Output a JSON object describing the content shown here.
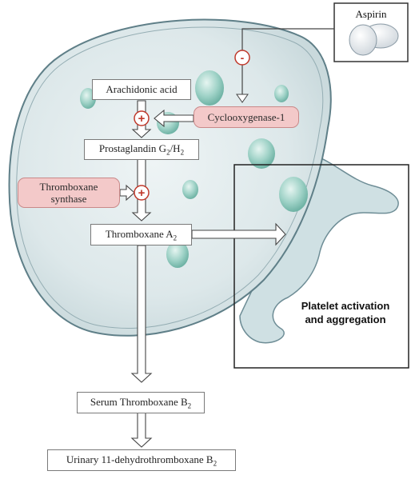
{
  "labels": {
    "aspirin": "Aspirin",
    "arachidonic_acid": "Arachidonic acid",
    "cyclooxygenase": "Cyclooxygenase-1",
    "prostaglandin_main": "Prostaglandin G",
    "prostaglandin_sub1": "2",
    "prostaglandin_mid": "/H",
    "prostaglandin_sub2": "2",
    "thromboxane_synthase_line1": "Thromboxane",
    "thromboxane_synthase_line2": "synthase",
    "thromboxane_a_main": "Thromboxane A",
    "thromboxane_a_sub": "2",
    "platelet_line1": "Platelet activation",
    "platelet_line2": "and aggregation",
    "serum_main": "Serum Thromboxane B",
    "serum_sub": "2",
    "urinary_main": "Urinary 11-dehydrothromboxane B",
    "urinary_sub": "2"
  },
  "symbols": {
    "inhibit": "-",
    "promote": "+"
  },
  "colors": {
    "cell_fill": "#dbe7e9",
    "granule": "#9ed0c6",
    "enzyme_fill": "#f3c9c9",
    "promote_sign": "#c0392b"
  }
}
